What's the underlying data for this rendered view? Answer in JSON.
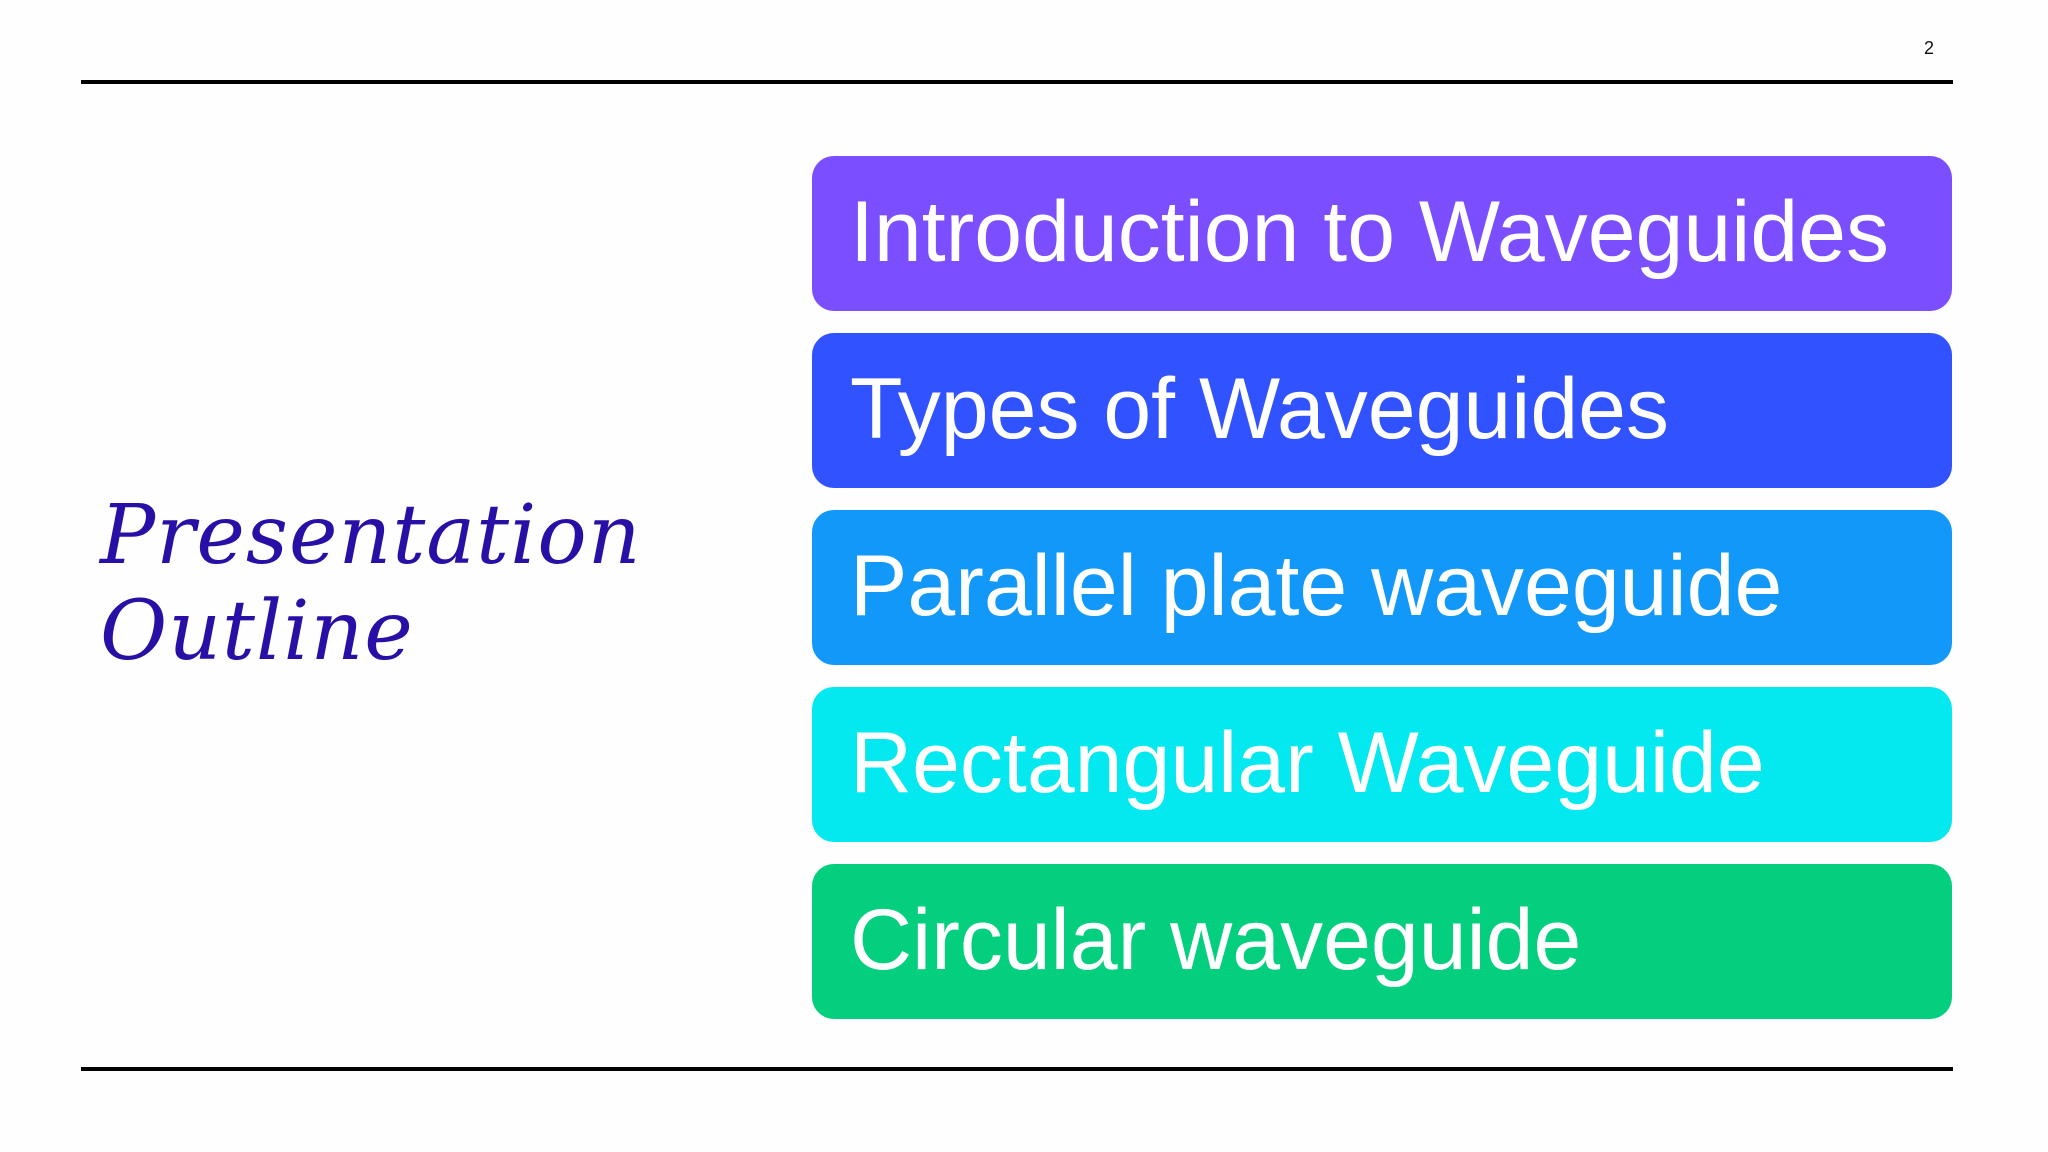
{
  "slide": {
    "page_number": "2",
    "title_line1": "Presentation",
    "title_line2": "Outline",
    "title_color": "#2a0fa6"
  },
  "outline": {
    "items": [
      {
        "label": "Introduction to Waveguides",
        "color": "#7b4fff"
      },
      {
        "label": "Types of Waveguides",
        "color": "#3152ff"
      },
      {
        "label": "Parallel plate waveguide",
        "color": "#1298f8"
      },
      {
        "label": "Rectangular Waveguide",
        "color": "#04e9ef"
      },
      {
        "label": "Circular waveguide",
        "color": "#04cf7e"
      }
    ]
  }
}
